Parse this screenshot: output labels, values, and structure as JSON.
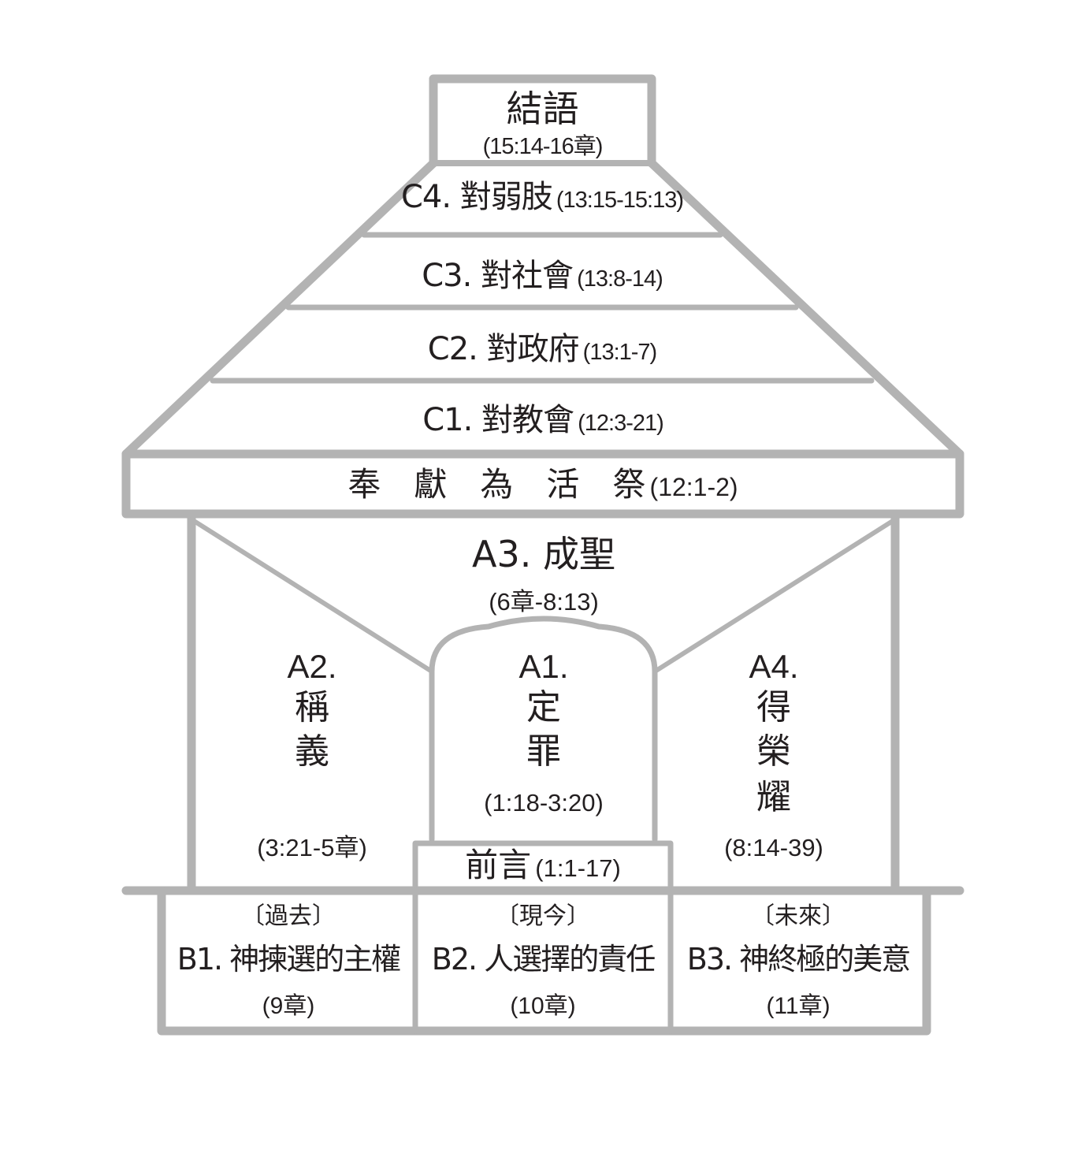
{
  "colors": {
    "stroke": "#b3b3b3",
    "text": "#231f20",
    "background": "#ffffff"
  },
  "roof": {
    "chimney": {
      "title": "結語",
      "ref": "(15:14-16章)"
    },
    "c4": {
      "label": "C4. 對弱肢",
      "ref": "(13:15-15:13)"
    },
    "c3": {
      "label": "C3. 對社會",
      "ref": "(13:8-14)"
    },
    "c2": {
      "label": "C2. 對政府",
      "ref": "(13:1-7)"
    },
    "c1": {
      "label": "C1. 對教會",
      "ref": "(12:3-21)"
    },
    "beam": {
      "label": "奉　獻　為　活　祭",
      "ref": "(12:1-2)"
    }
  },
  "body": {
    "a3": {
      "label": "A3. 成聖",
      "ref": "(6章-8:13)"
    },
    "a2": {
      "num": "A2.",
      "char1": "稱",
      "char2": "義",
      "ref": "(3:21-5章)"
    },
    "a1": {
      "num": "A1.",
      "char1": "定",
      "char2": "罪",
      "ref": "(1:18-3:20)"
    },
    "a4": {
      "num": "A4.",
      "char1": "得",
      "char2": "榮",
      "char3": "耀",
      "ref": "(8:14-39)"
    },
    "intro": {
      "label": "前言",
      "ref": "(1:1-17)"
    }
  },
  "foundation": {
    "b1": {
      "period": "〔過去〕",
      "label": "B1. 神揀選的主權",
      "ref": "(9章)"
    },
    "b2": {
      "period": "〔現今〕",
      "label": "B2. 人選擇的責任",
      "ref": "(10章)"
    },
    "b3": {
      "period": "〔未來〕",
      "label": "B3. 神終極的美意",
      "ref": "(11章)"
    }
  }
}
